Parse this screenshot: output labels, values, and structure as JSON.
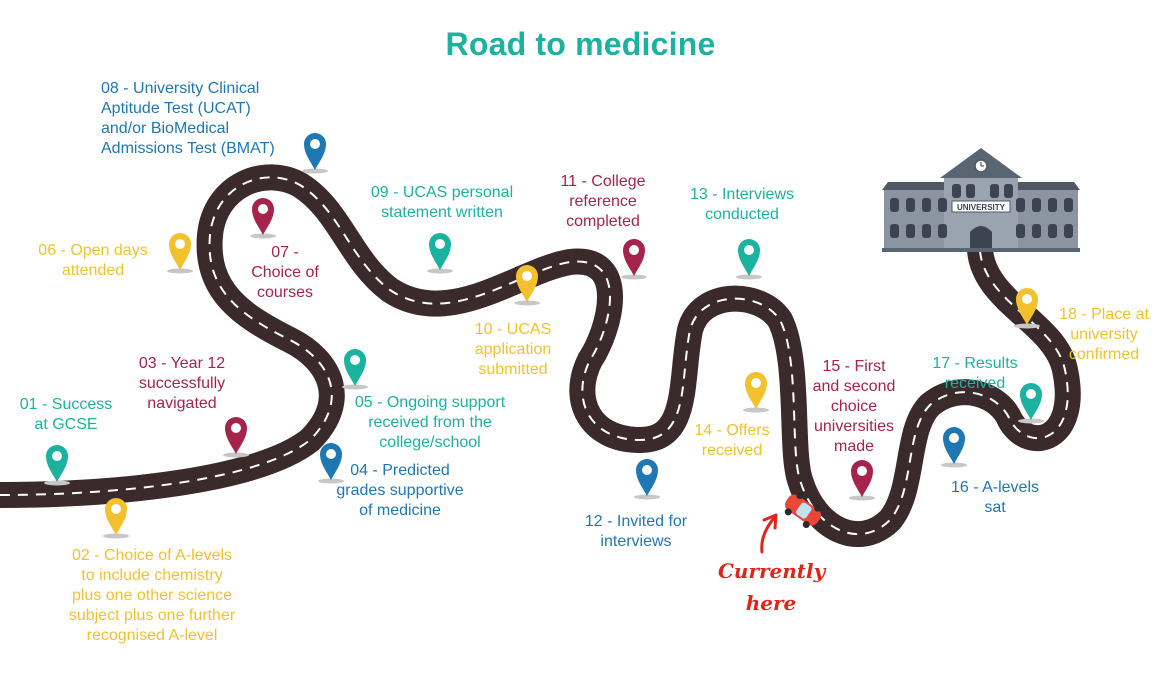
{
  "title": "Road to medicine",
  "colors": {
    "teal": "#1bb3a0",
    "blue": "#1f78b4",
    "crimson": "#a6244b",
    "yellow": "#f3c12e",
    "road": "#3a2a2b",
    "road_dash": "#ffffff",
    "here": "#e0251b",
    "car": "#e8473a",
    "building": "#8b95a2"
  },
  "building": {
    "sign": "UNIVERSITY"
  },
  "milestones": [
    {
      "id": "01",
      "text": "01 - Success\nat GCSE",
      "color": "teal",
      "pin": "teal"
    },
    {
      "id": "02",
      "text": "02 - Choice of A-levels\nto include chemistry\nplus one other science\nsubject plus one further\nrecognised A-level",
      "color": "yellow",
      "pin": "yellow"
    },
    {
      "id": "03",
      "text": "03 - Year 12\nsuccessfully\nnavigated",
      "color": "crimson",
      "pin": "crimson"
    },
    {
      "id": "04",
      "text": "04 - Predicted\ngrades supportive\nof medicine",
      "color": "blue",
      "pin": "blue"
    },
    {
      "id": "05",
      "text": "05 - Ongoing support\nreceived from the\ncollege/school",
      "color": "teal",
      "pin": "teal"
    },
    {
      "id": "06",
      "text": "06 - Open days\nattended",
      "color": "yellow",
      "pin": "yellow"
    },
    {
      "id": "07",
      "text": "07 -\nChoice of\ncourses",
      "color": "crimson",
      "pin": "crimson"
    },
    {
      "id": "08",
      "text": "08 - University Clinical\nAptitude Test (UCAT)\nand/or BioMedical\nAdmissions Test (BMAT)",
      "color": "blue",
      "pin": "blue"
    },
    {
      "id": "09",
      "text": "09 - UCAS personal\nstatement written",
      "color": "teal",
      "pin": "teal"
    },
    {
      "id": "10",
      "text": "10 - UCAS\napplication\nsubmitted",
      "color": "yellow",
      "pin": "yellow"
    },
    {
      "id": "11",
      "text": "11 - College\nreference\ncompleted",
      "color": "crimson",
      "pin": "crimson"
    },
    {
      "id": "12",
      "text": "12 - Invited for\ninterviews",
      "color": "blue",
      "pin": "blue"
    },
    {
      "id": "13",
      "text": "13 - Interviews\nconducted",
      "color": "teal",
      "pin": "teal"
    },
    {
      "id": "14",
      "text": "14 - Offers\nreceived",
      "color": "yellow",
      "pin": "yellow"
    },
    {
      "id": "15",
      "text": "15 - First\nand second\nchoice\nuniversities\nmade",
      "color": "crimson",
      "pin": "crimson"
    },
    {
      "id": "16",
      "text": "16 - A-levels\nsat",
      "color": "blue",
      "pin": "blue"
    },
    {
      "id": "17",
      "text": "17 - Results\nreceived",
      "color": "teal",
      "pin": "teal"
    },
    {
      "id": "18",
      "text": "18 - Place at\nuniversity\nconfirmed",
      "color": "yellow",
      "pin": "yellow"
    }
  ],
  "current_position": {
    "text": "Currently\nhere",
    "milestone": "15"
  }
}
